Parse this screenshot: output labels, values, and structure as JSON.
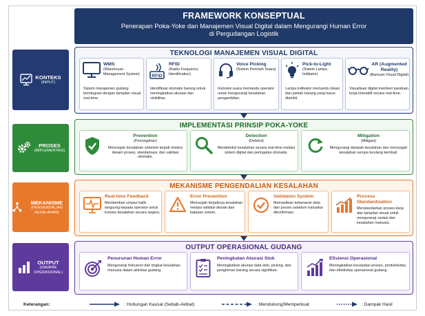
{
  "header": {
    "title": "FRAMEWORK KONSEPTUAL",
    "subtitle_line1": "Penerapan Poka-Yoke dan Manajemen Visual Digital dalam Mengurangi Human Error",
    "subtitle_line2": "di Pergudangan Logistik"
  },
  "sections": {
    "konteks": {
      "label": "KONTEKS",
      "sublabel": "(INPUT)",
      "title": "TEKNOLOGI MANAJEMEN VISUAL DIGITAL",
      "color": "#243a73",
      "cards": [
        {
          "title": "WMS",
          "subtitle": "(Warehouse Management System)",
          "desc": "Sistem manajemen gudang terintegrasi dengan tampilan visual real-time.",
          "icon": "monitor-icon"
        },
        {
          "title": "RFID",
          "subtitle": "(Radio Frequency Identification)",
          "desc": "Identifikasi otomatis barang untuk meningkatkan akurasi dan visibilitas.",
          "icon": "rfid-tag-icon"
        },
        {
          "title": "Voice Picking",
          "subtitle": "(Sistem Perintah Suara)",
          "desc": "Instruksi suara memandu operator untuk mengurangi kesalahan pengambilan.",
          "icon": "headset-icon"
        },
        {
          "title": "Pick-to-Light",
          "subtitle": "(Sistem Lampu Indikator)",
          "desc": "Lampu indikator memandu lokasi dan jumlah barang yang harus diambil.",
          "icon": "lightbulb-icon"
        },
        {
          "title": "AR (Augmented Reality)",
          "subtitle": "(Bantuan Visual Digital)",
          "desc": "Visualisasi digital memberi panduan kerja interaktif secara real-time.",
          "icon": "ar-glasses-icon"
        }
      ]
    },
    "proses": {
      "label": "PROSES",
      "sublabel": "(IMPLEMENTASI)",
      "title": "IMPLEMENTASI PRINSIP POKA-YOKE",
      "color": "#2e8b3a",
      "cards": [
        {
          "title": "Prevention",
          "subtitle": "(Pencegahan)",
          "desc": "Mencegah kesalahan sebelum terjadi melalui desain proses, standarisasi, dan validasi otomatis.",
          "icon": "shield-check-icon"
        },
        {
          "title": "Detection",
          "subtitle": "(Deteksi)",
          "desc": "Mendeteksi kesalahan secara real-time melalui sistem digital dan peringatan otomatis.",
          "icon": "magnifier-icon"
        },
        {
          "title": "Mitigation",
          "subtitle": "(Mitigasi)",
          "desc": "Mengurangi dampak kesalahan dan mencegah kesalahan serupa terulang kembali.",
          "icon": "refresh-icon"
        }
      ]
    },
    "mekanisme": {
      "label": "MEKANISME",
      "sublabel": "(PENGENDALIAN KESALAHAN)",
      "title": "MEKANISME PENGENDALIAN KESALAHAN",
      "color": "#e8782a",
      "cards": [
        {
          "title": "Real-time Feedback",
          "desc": "Memberikan umpan balik langsung kepada operator untuk koreksi kesalahan secara segera.",
          "icon": "pulse-monitor-icon"
        },
        {
          "title": "Error Prevention",
          "desc": "Mencegah terjadinya kesalahan melalui validasi desain dan batasan sistem.",
          "icon": "warning-icon"
        },
        {
          "title": "Validation System",
          "desc": "Memastikan kebenaran data dan proses sebelum transaksi dikonfirmasi.",
          "icon": "check-circle-icon"
        },
        {
          "title": "Process Standardization",
          "desc": "Menstandarkan proses kerja dan tampilan visual untuk mengurangi variasi dan kesalahan manusia.",
          "icon": "bar-trend-icon"
        }
      ]
    },
    "output": {
      "label": "OUTPUT",
      "sublabel": "(DAMPAK OPERASIONAL)",
      "title": "OUTPUT OPERASIONAL GUDANG",
      "color": "#5e3a9c",
      "cards": [
        {
          "title": "Penurunan Human Error",
          "desc": "Mengurangi frekuensi dan tingkat kesalahan manusia dalam aktivitas gudang.",
          "icon": "target-icon"
        },
        {
          "title": "Peningkatan Akurasi Stok",
          "desc": "Meningkatkan akurasi data stok, picking, dan pengiriman barang secara signifikan.",
          "icon": "clipboard-check-icon"
        },
        {
          "title": "Efisiensi Operasional",
          "desc": "Meningkatkan kecepatan proses, produktivitas, dan efektivitas operasional gudang.",
          "icon": "growth-chart-icon"
        }
      ]
    }
  },
  "legend": {
    "title": "Keterangan:",
    "items": [
      {
        "style": "solid",
        "label": ": Hubungan Kausal (Sebab-Akibat)"
      },
      {
        "style": "dashed",
        "label": ": Mendukung/Memperkuat"
      },
      {
        "style": "dotted",
        "label": ": Dampak Hasil"
      }
    ]
  }
}
